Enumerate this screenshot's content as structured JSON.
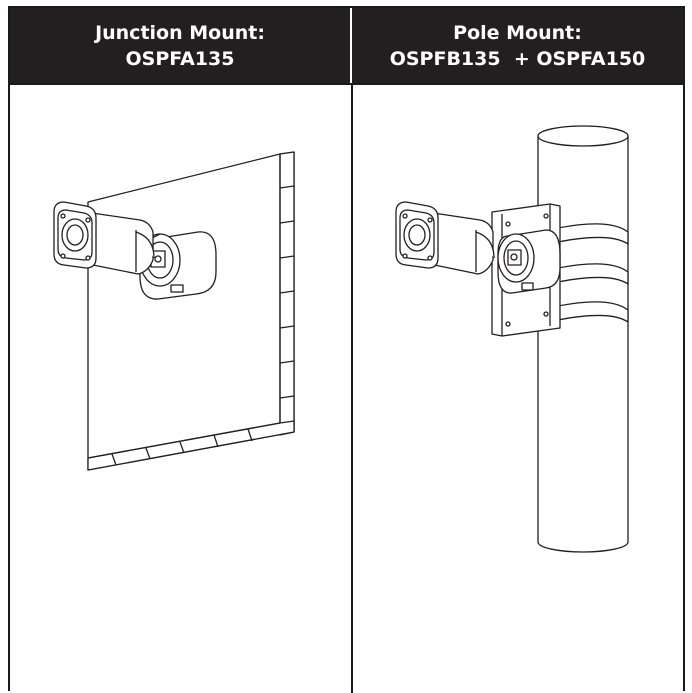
{
  "columns": [
    {
      "line1": "Junction Mount:",
      "line2": "OSPFA135"
    },
    {
      "line1": "Pole Mount:",
      "line2": "OSPFB135  + OSPFA150"
    }
  ],
  "colors": {
    "header_bg": "#231f20",
    "header_text": "#ffffff",
    "line": "#1a1a1a"
  },
  "illustrations": [
    "junction-mount-drawing",
    "pole-mount-drawing"
  ]
}
